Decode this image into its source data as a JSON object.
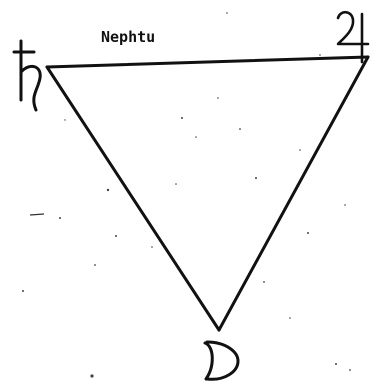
{
  "edge_label": "Nephtu",
  "vertices": {
    "top_left": {
      "symbol_name": "saturn-symbol"
    },
    "top_right": {
      "symbol_name": "jupiter-symbol"
    },
    "bottom": {
      "symbol_name": "moon-symbol"
    }
  },
  "colors": {
    "ink": "#111111",
    "paper": "#ffffff"
  }
}
